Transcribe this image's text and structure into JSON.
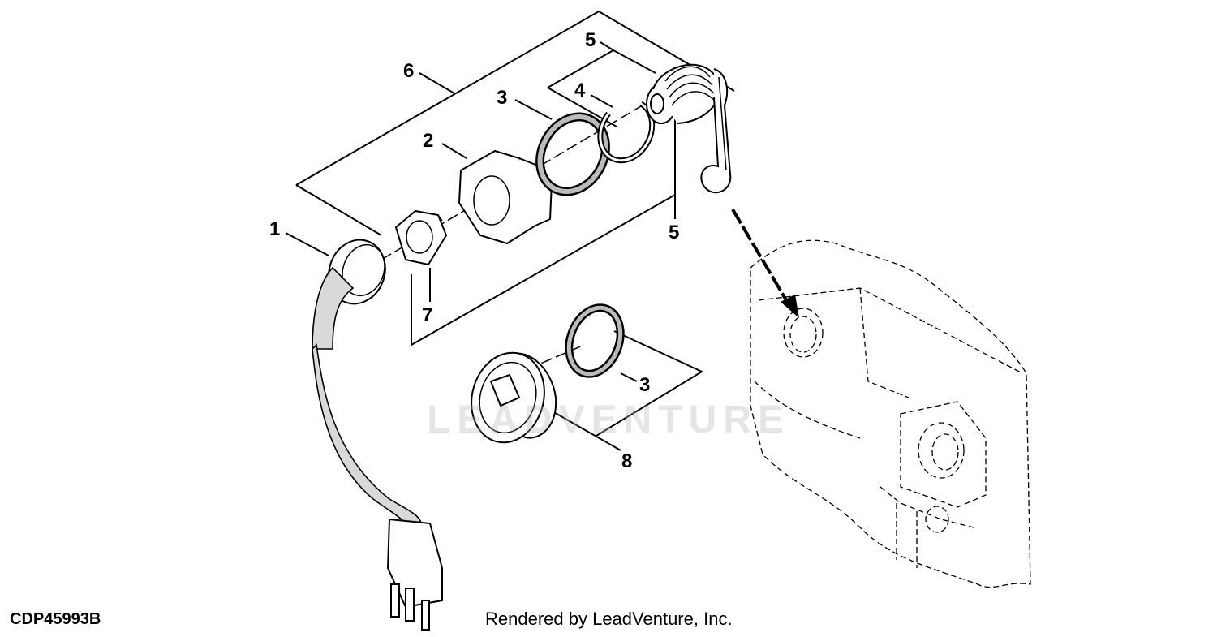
{
  "figure_id": "CDP45993B",
  "credit": "Rendered by LeadVenture, Inc.",
  "watermark": "LEADVENTURE",
  "callouts": {
    "c1": "1",
    "c2": "2",
    "c3a": "3",
    "c3b": "3",
    "c4": "4",
    "c5a": "5",
    "c5b": "5",
    "c6": "6",
    "c7": "7",
    "c8": "8"
  }
}
